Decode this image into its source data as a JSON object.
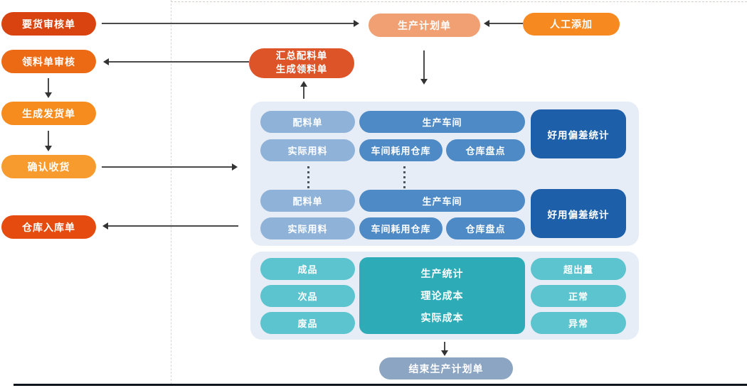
{
  "colors": {
    "demand_audit": "#D8430F",
    "material_audit": "#ED6A14",
    "create_shipment": "#F68C1E",
    "confirm_receipt": "#F89B2F",
    "warehouse_in": "#E54A0E",
    "production_plan": "#F0A072",
    "manual_add": "#F6891F",
    "summary": "#DE5429",
    "panel_bg": "#E7EDF6",
    "pill_light_blue": "#8FB2D8",
    "pill_mid_blue": "#4E8AC6",
    "box_dark_blue": "#1D5FA8",
    "pill_teal": "#5BC4CE",
    "box_teal": "#2DACB8",
    "end_node": "#8BA5C2"
  },
  "left_flow": {
    "demand_audit": "要货审核单",
    "material_audit": "领料单审核",
    "create_shipment": "生成发货单",
    "confirm_receipt": "确认收货",
    "warehouse_in": "仓库入库单"
  },
  "top_flow": {
    "production_plan": "生产计划单",
    "manual_add": "人工添加",
    "summary_line1": "汇总配料单",
    "summary_line2": "生成领料单"
  },
  "workshop_panel": {
    "batch_order": "配料单",
    "workshop": "生产车间",
    "actual_usage": "实际用料",
    "workshop_store": "车间耗用仓库",
    "stock_check": "仓库盘点",
    "usage_variance": "好用偏差统计"
  },
  "stats_panel": {
    "finished": "成品",
    "defective": "次品",
    "scrap": "废品",
    "stat_line1": "生产统计",
    "stat_line2": "理论成本",
    "stat_line3": "实际成本",
    "excess": "超出量",
    "normal": "正常",
    "abnormal": "异常"
  },
  "end_flow": {
    "end_plan": "结束生产计划单"
  }
}
